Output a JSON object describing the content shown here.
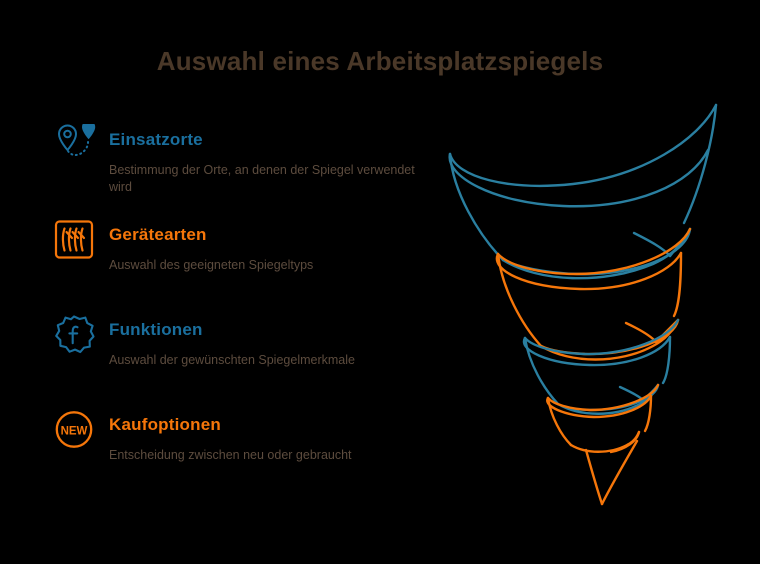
{
  "page": {
    "title": "Auswahl eines Arbeitsplatzspiegels",
    "background_color": "#000000",
    "title_color": "#4a3828",
    "description_color": "#5d4c3e",
    "accent_blue": "#1a6f9e",
    "accent_orange": "#f5760a",
    "funnel_blue": "#2a7fa0",
    "funnel_orange": "#f5760a"
  },
  "steps": [
    {
      "heading": "Einsatzorte",
      "description": "Bestimmung der Orte, an denen der Spiegel verwendet wird",
      "color": "#1a6f9e",
      "icon": "map-pins-route-icon"
    },
    {
      "heading": "Gerätearten",
      "description": "Auswahl des geeigneten Spiegeltyps",
      "color": "#f5760a",
      "icon": "mirror-slats-icon"
    },
    {
      "heading": "Funktionen",
      "description": "Auswahl der gewünschten Spiegelmerkmale",
      "color": "#1a6f9e",
      "icon": "starburst-f-icon"
    },
    {
      "heading": "Kaufoptionen",
      "description": "Entscheidung zwischen neu oder gebraucht",
      "color": "#f5760a",
      "icon": "new-badge-icon",
      "icon_label": "NEW"
    }
  ],
  "funnel": {
    "name": "spiral-funnel-graphic",
    "turns": [
      {
        "index": 1,
        "color": "#2a7fa0"
      },
      {
        "index": 2,
        "color": "#f5760a"
      },
      {
        "index": 3,
        "color": "#2a7fa0"
      },
      {
        "index": 4,
        "color": "#f5760a"
      }
    ]
  }
}
